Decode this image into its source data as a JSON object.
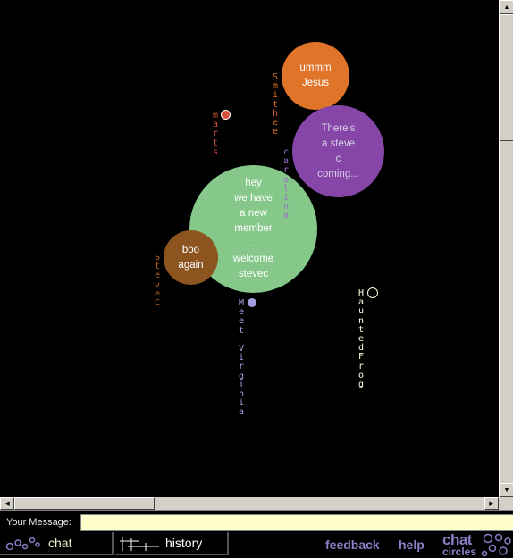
{
  "bubbles": [
    {
      "name": "bubble-smithee",
      "text": "ummm\nJesus",
      "color": "#e07428"
    },
    {
      "name": "bubble-carolina",
      "text": "There's\na steve\nc\ncoming...",
      "color": "#8646a8"
    },
    {
      "name": "bubble-meet-virginia",
      "text": "hey\nwe have\na new\nmember\n...\nwelcome\nstevec",
      "color": "#86c88a"
    },
    {
      "name": "bubble-stevec",
      "text": "boo\nagain",
      "color": "#8c541e"
    }
  ],
  "users": [
    {
      "name": "Smithee",
      "color": "#e07428"
    },
    {
      "name": "marts",
      "color": "#d8503a"
    },
    {
      "name": "carolina",
      "color": "#9a70c8"
    },
    {
      "name": "SteveC",
      "color": "#b86a2a"
    },
    {
      "name": "Meet Virginia",
      "color": "#a49ee0"
    },
    {
      "name": "HauntedFrog",
      "color": "#ffffe0"
    }
  ],
  "colors": {
    "marts_dot": "#d8503a",
    "virginia_dot": "#a49ee0",
    "frog_dot": "#000000"
  },
  "message": {
    "label": "Your Message:",
    "value": ""
  },
  "nav": {
    "chat_label": "chat",
    "history_label": "history",
    "feedback_label": "feedback",
    "help_label": "help",
    "brand_top": "chat",
    "brand_bottom": "circles"
  }
}
